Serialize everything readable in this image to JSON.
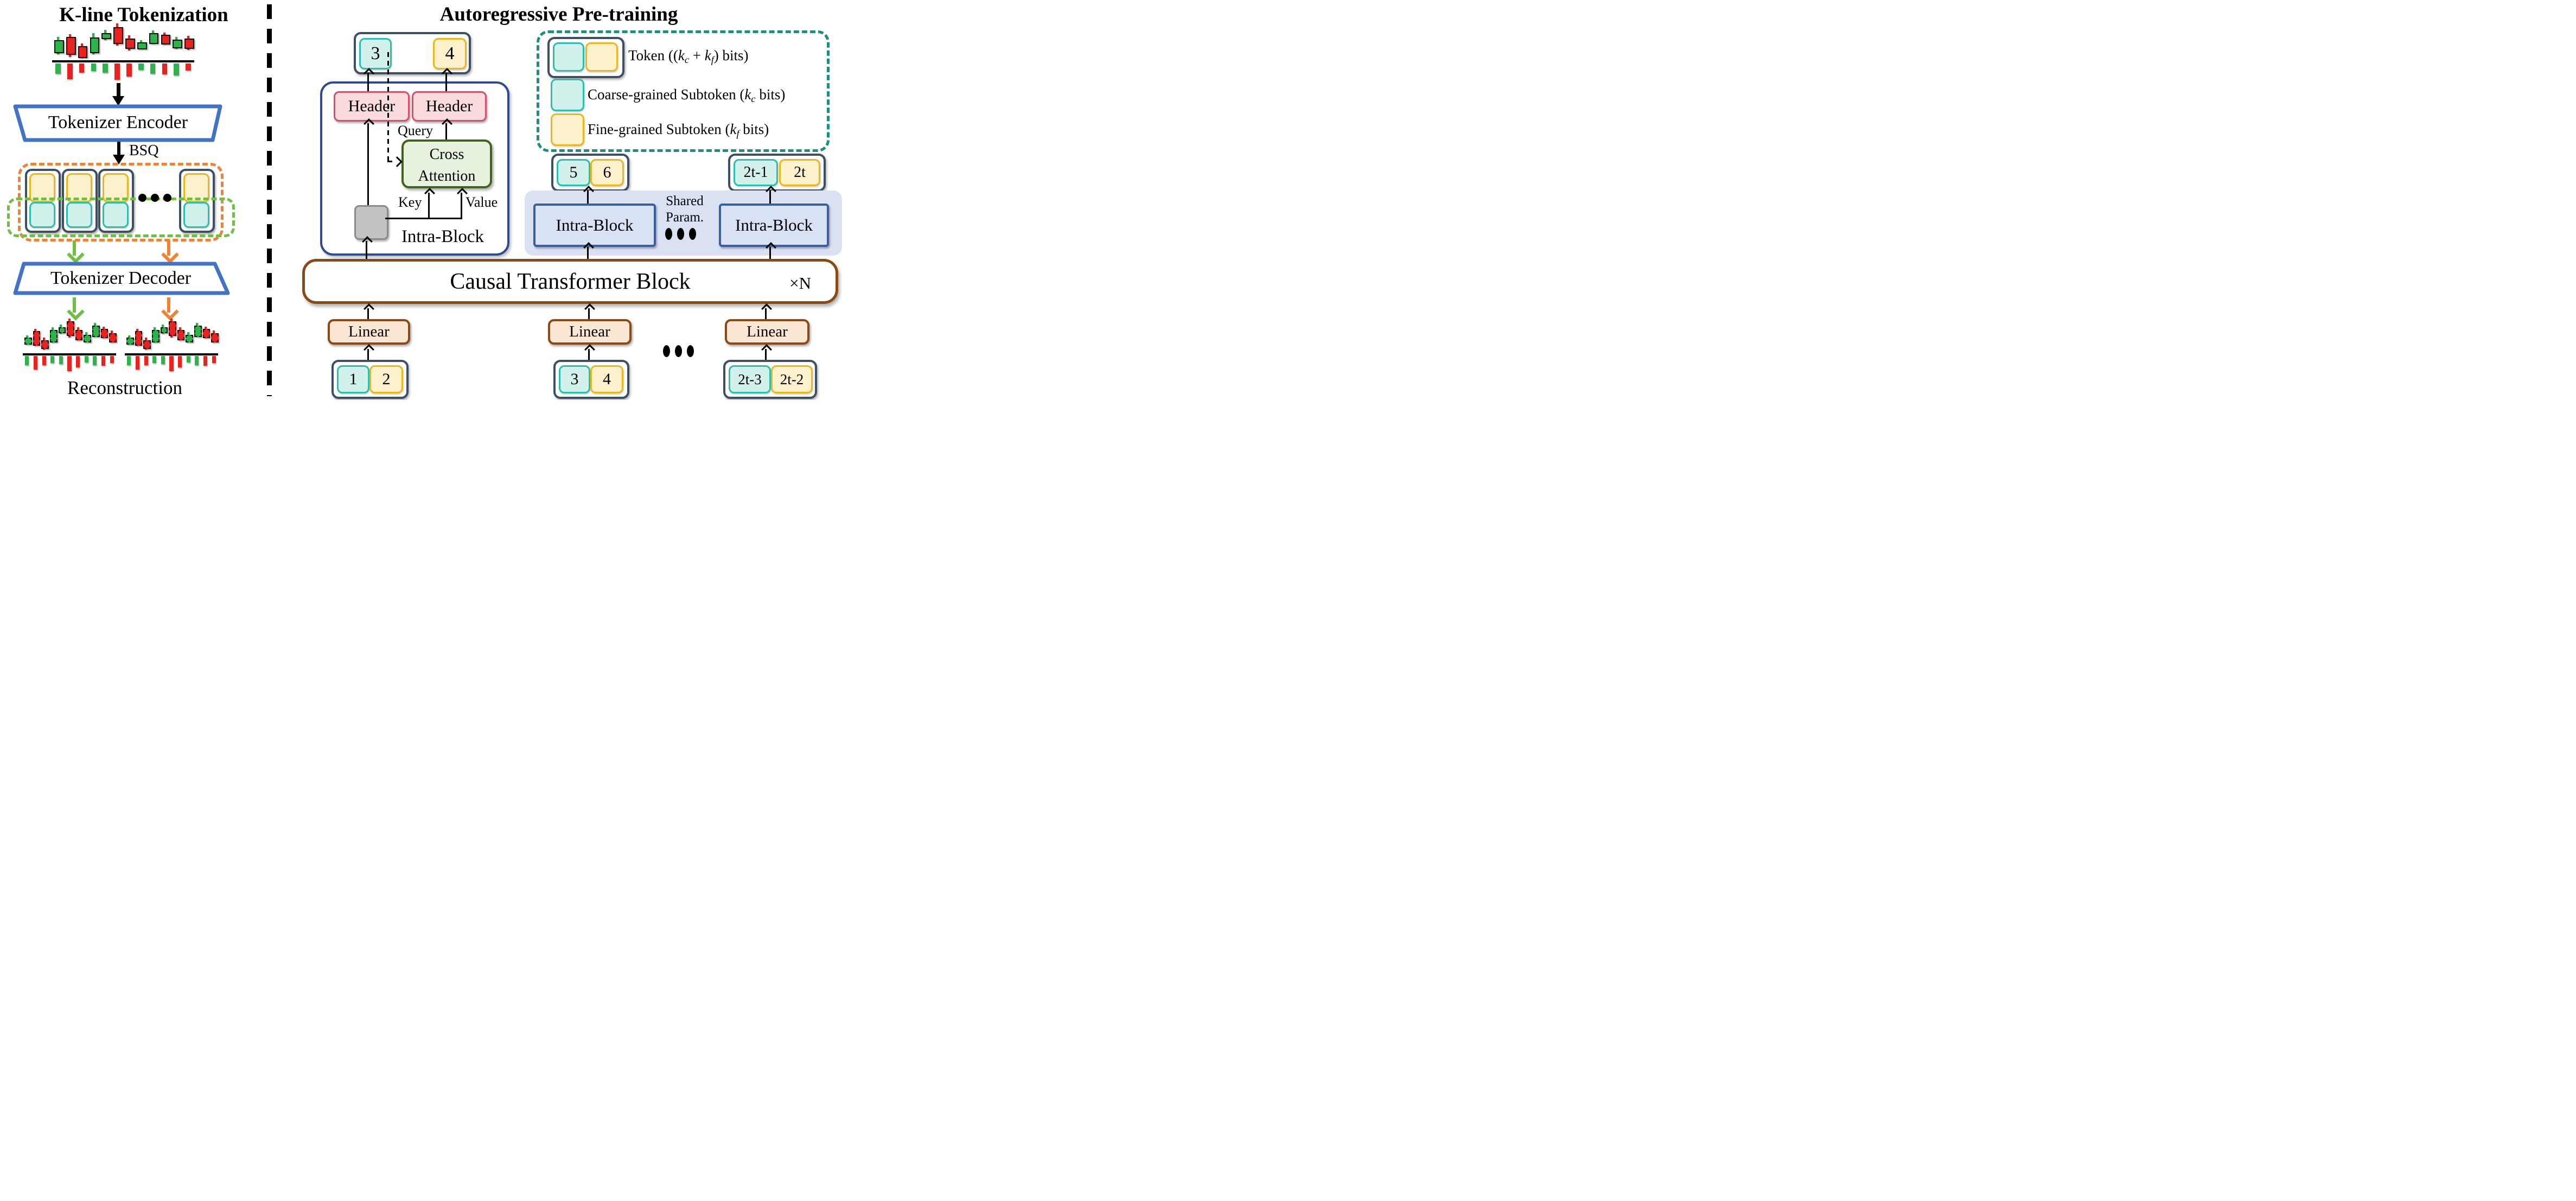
{
  "left": {
    "title": "K-line Tokenization",
    "encoder_label": "Tokenizer Encoder",
    "bsq_label": "BSQ",
    "decoder_label": "Tokenizer Decoder",
    "reconstruction_label": "Reconstruction"
  },
  "right": {
    "title": "Autoregressive Pre-training",
    "output_token": {
      "coarse": "3",
      "fine": "4"
    },
    "headers": [
      "Header",
      "Header"
    ],
    "cross_attention_lines": [
      "Cross",
      "Attention"
    ],
    "labels": {
      "query": "Query",
      "key": "Key",
      "value": "Value",
      "intra_block": "Intra-Block",
      "shared_param": [
        "Shared",
        "Param."
      ],
      "causal": "Causal Transformer Block",
      "xn": "×N",
      "linear": "Linear"
    },
    "legend": {
      "items": [
        {
          "icon": "token-pair-icon",
          "segments": [
            {
              "t": "Token (("
            },
            {
              "t": "k",
              "i": 1
            },
            {
              "t": "c",
              "sub": 1
            },
            {
              "t": " + "
            },
            {
              "t": "k",
              "i": 1
            },
            {
              "t": "f",
              "sub": 1
            },
            {
              "t": ") bits)"
            }
          ]
        },
        {
          "icon": "coarse-subtoken-icon",
          "segments": [
            {
              "t": "Coarse-grained Subtoken ("
            },
            {
              "t": "k",
              "i": 1
            },
            {
              "t": "c",
              "sub": 1
            },
            {
              "t": " bits)"
            }
          ]
        },
        {
          "icon": "fine-subtoken-icon",
          "segments": [
            {
              "t": "Fine-grained Subtoken ("
            },
            {
              "t": "k",
              "i": 1
            },
            {
              "t": "f",
              "sub": 1
            },
            {
              "t": " bits)"
            }
          ]
        }
      ]
    },
    "mid_tokens": [
      {
        "coarse": "5",
        "fine": "6"
      },
      {
        "coarse": "2t-1",
        "fine": "2t"
      }
    ],
    "intra_block_labels": [
      "Intra-Block",
      "Intra-Block"
    ],
    "input_tokens": [
      {
        "coarse": "1",
        "fine": "2"
      },
      {
        "coarse": "3",
        "fine": "4"
      },
      {
        "coarse": "2t-3",
        "fine": "2t-2"
      }
    ]
  },
  "colors": {
    "coarse_fill": "#d2f0ec",
    "coarse_border": "#2bbfae",
    "fine_fill": "#fdf1cc",
    "fine_border": "#edb71c",
    "token_container_border": "#3e4f63",
    "header_fill": "#f9dadd",
    "header_border": "#d5506a",
    "attention_fill": "#e6f1de",
    "attention_border": "#40641f",
    "intra_block_border": "#2e4b8f",
    "shared_region_fill": "#dae1f3",
    "causal_border": "#8a4a15",
    "linear_fill": "#fbe6d4",
    "legend_border": "#1d8f80",
    "orange_accent": "#f08233",
    "green_accent": "#6fbf44",
    "blue_trapezoid": "#4472c4",
    "candle_up": "#2eb34c",
    "candle_down": "#e8231f",
    "gray_box_fill": "#c2c2c2"
  },
  "chart_data": [
    {
      "type": "candlestick",
      "name": "kline-input",
      "style": "solid",
      "candles": [
        {
          "c": "g",
          "wick": [
            40,
            90
          ],
          "body": [
            50,
            80
          ]
        },
        {
          "c": "r",
          "wick": [
            32,
            97
          ],
          "body": [
            40,
            84
          ]
        },
        {
          "c": "r",
          "wick": [
            58,
            100
          ],
          "body": [
            66,
            94
          ]
        },
        {
          "c": "g",
          "wick": [
            30,
            90
          ],
          "body": [
            42,
            80
          ]
        },
        {
          "c": "g",
          "wick": [
            20,
            50
          ],
          "body": [
            30,
            40
          ]
        },
        {
          "c": "r",
          "wick": [
            2,
            64
          ],
          "body": [
            12,
            54
          ]
        },
        {
          "c": "r",
          "wick": [
            36,
            78
          ],
          "body": [
            44,
            68
          ]
        },
        {
          "c": "g",
          "wick": [
            50,
            74
          ],
          "body": [
            55,
            69
          ]
        },
        {
          "c": "g",
          "wick": [
            22,
            60
          ],
          "body": [
            29,
            54
          ]
        },
        {
          "c": "r",
          "wick": [
            27,
            62
          ],
          "body": [
            34,
            56
          ]
        },
        {
          "c": "g",
          "wick": [
            40,
            74
          ],
          "body": [
            47,
            66
          ]
        },
        {
          "c": "r",
          "wick": [
            37,
            77
          ],
          "body": [
            44,
            68
          ]
        }
      ],
      "volumes": [
        0.55,
        0.85,
        0.5,
        0.42,
        0.5,
        0.9,
        0.7,
        0.35,
        0.55,
        0.6,
        0.65,
        0.4
      ]
    },
    {
      "type": "candlestick",
      "name": "reconstruction-left",
      "style": "dashed",
      "candles": [
        {
          "c": "g",
          "wick": [
            55,
            80
          ],
          "body": [
            60,
            75
          ]
        },
        {
          "c": "r",
          "wick": [
            35,
            85
          ],
          "body": [
            42,
            78
          ]
        },
        {
          "c": "r",
          "wick": [
            60,
            95
          ],
          "body": [
            68,
            88
          ]
        },
        {
          "c": "g",
          "wick": [
            30,
            75
          ],
          "body": [
            38,
            68
          ]
        },
        {
          "c": "g",
          "wick": [
            22,
            50
          ],
          "body": [
            30,
            42
          ]
        },
        {
          "c": "r",
          "wick": [
            5,
            60
          ],
          "body": [
            12,
            50
          ]
        },
        {
          "c": "r",
          "wick": [
            30,
            68
          ],
          "body": [
            38,
            62
          ]
        },
        {
          "c": "g",
          "wick": [
            45,
            72
          ],
          "body": [
            52,
            68
          ]
        },
        {
          "c": "g",
          "wick": [
            18,
            58
          ],
          "body": [
            25,
            52
          ]
        },
        {
          "c": "r",
          "wick": [
            28,
            62
          ],
          "body": [
            35,
            56
          ]
        },
        {
          "c": "r",
          "wick": [
            40,
            75
          ],
          "body": [
            48,
            68
          ]
        }
      ],
      "volumes": [
        0.5,
        0.75,
        0.5,
        0.4,
        0.45,
        0.85,
        0.65,
        0.35,
        0.5,
        0.55,
        0.4
      ]
    },
    {
      "type": "candlestick",
      "name": "reconstruction-right",
      "style": "dashed",
      "candles": [
        {
          "c": "g",
          "wick": [
            55,
            80
          ],
          "body": [
            60,
            75
          ]
        },
        {
          "c": "r",
          "wick": [
            35,
            85
          ],
          "body": [
            42,
            78
          ]
        },
        {
          "c": "r",
          "wick": [
            60,
            95
          ],
          "body": [
            68,
            88
          ]
        },
        {
          "c": "g",
          "wick": [
            30,
            75
          ],
          "body": [
            38,
            68
          ]
        },
        {
          "c": "g",
          "wick": [
            22,
            50
          ],
          "body": [
            30,
            42
          ]
        },
        {
          "c": "r",
          "wick": [
            5,
            60
          ],
          "body": [
            12,
            50
          ]
        },
        {
          "c": "r",
          "wick": [
            30,
            68
          ],
          "body": [
            38,
            62
          ]
        },
        {
          "c": "g",
          "wick": [
            45,
            72
          ],
          "body": [
            52,
            68
          ]
        },
        {
          "c": "g",
          "wick": [
            18,
            58
          ],
          "body": [
            25,
            52
          ]
        },
        {
          "c": "r",
          "wick": [
            28,
            62
          ],
          "body": [
            35,
            56
          ]
        },
        {
          "c": "r",
          "wick": [
            40,
            75
          ],
          "body": [
            48,
            68
          ]
        }
      ],
      "volumes": [
        0.5,
        0.75,
        0.5,
        0.4,
        0.45,
        0.85,
        0.65,
        0.35,
        0.5,
        0.55,
        0.4
      ]
    }
  ]
}
